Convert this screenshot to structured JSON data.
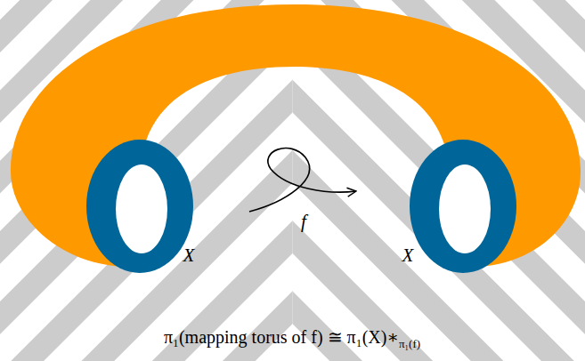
{
  "diagram": {
    "caption": "π₁(mapping torus of f) ≅ π₁(X)∗",
    "labels": [
      "X",
      "X",
      "f",
      "π₁(f)"
    ]
  }
}
